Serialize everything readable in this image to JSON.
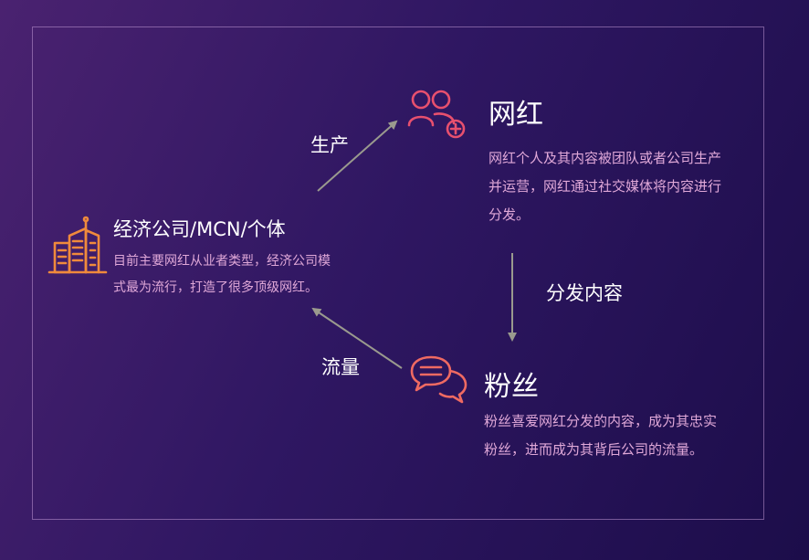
{
  "nodes": {
    "company": {
      "title": "经济公司/MCN/个体",
      "desc": "目前主要网红从业者类型，经济公司模式最为流行，打造了很多顶级网红。",
      "icon": "building-icon",
      "icon_color": "#f08a3c"
    },
    "influencer": {
      "title": "网红",
      "desc": "网红个人及其内容被团队或者公司生产并运营，网红通过社交媒体将内容进行分发。",
      "icon": "add-users-icon",
      "icon_color": "#e8506e"
    },
    "fans": {
      "title": "粉丝",
      "desc": "粉丝喜爱网红分发的内容，成为其忠实粉丝，进而成为其背后公司的流量。",
      "icon": "chat-bubbles-icon",
      "icon_color": "#ef6a62"
    }
  },
  "edges": [
    {
      "label": "生产",
      "from": "company",
      "to": "influencer"
    },
    {
      "label": "分发内容",
      "from": "influencer",
      "to": "fans"
    },
    {
      "label": "流量",
      "from": "fans",
      "to": "company"
    }
  ],
  "colors": {
    "arrow": "#9a9a8e",
    "frame": "#be96d2",
    "desc_text": "#e0a8d8"
  }
}
